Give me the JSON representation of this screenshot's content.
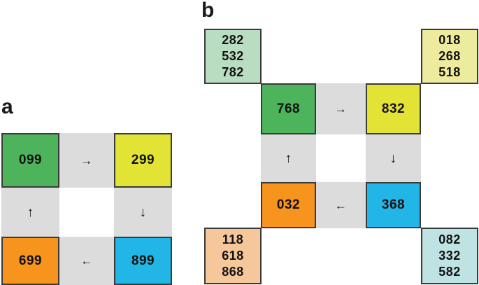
{
  "figure": {
    "panels": [
      {
        "label": "a",
        "grid": {
          "rows": 3,
          "cols": 3,
          "cells": [
            {
              "pos": "top-left",
              "kind": "value",
              "value": "099",
              "color": "#4DB45C"
            },
            {
              "pos": "top-center",
              "kind": "arrow",
              "glyph": "→",
              "name": "arrow-right-icon",
              "color": "#dcdcdc"
            },
            {
              "pos": "top-right",
              "kind": "value",
              "value": "299",
              "color": "#E3E335"
            },
            {
              "pos": "middle-left",
              "kind": "arrow",
              "glyph": "↑",
              "name": "arrow-up-icon",
              "color": "#dcdcdc"
            },
            {
              "pos": "middle-center",
              "kind": "blank",
              "glyph": "",
              "color": "#ffffff"
            },
            {
              "pos": "middle-right",
              "kind": "arrow",
              "glyph": "↓",
              "name": "arrow-down-icon",
              "color": "#dcdcdc"
            },
            {
              "pos": "bottom-left",
              "kind": "value",
              "value": "699",
              "color": "#F6941E"
            },
            {
              "pos": "bottom-center",
              "kind": "arrow",
              "glyph": "←",
              "name": "arrow-left-icon",
              "color": "#dcdcdc"
            },
            {
              "pos": "bottom-right",
              "kind": "value",
              "value": "899",
              "color": "#22B6E6"
            }
          ]
        }
      },
      {
        "label": "b",
        "grid": {
          "rows": 3,
          "cols": 3,
          "cells": [
            {
              "pos": "top-left",
              "kind": "value",
              "value": "768",
              "color": "#4DB45C"
            },
            {
              "pos": "top-center",
              "kind": "arrow",
              "glyph": "→",
              "name": "arrow-right-icon",
              "color": "#dcdcdc"
            },
            {
              "pos": "top-right",
              "kind": "value",
              "value": "832",
              "color": "#E3E335"
            },
            {
              "pos": "middle-left",
              "kind": "arrow",
              "glyph": "↑",
              "name": "arrow-up-icon",
              "color": "#dcdcdc"
            },
            {
              "pos": "middle-center",
              "kind": "blank",
              "glyph": "",
              "color": "#ffffff"
            },
            {
              "pos": "middle-right",
              "kind": "arrow",
              "glyph": "↓",
              "name": "arrow-down-icon",
              "color": "#dcdcdc"
            },
            {
              "pos": "bottom-left",
              "kind": "value",
              "value": "032",
              "color": "#F6941E"
            },
            {
              "pos": "bottom-center",
              "kind": "arrow",
              "glyph": "←",
              "name": "arrow-left-icon",
              "color": "#dcdcdc"
            },
            {
              "pos": "bottom-right",
              "kind": "value",
              "value": "368",
              "color": "#22B6E6"
            }
          ]
        },
        "corners": [
          {
            "pos": "top-left",
            "color": "#B8DDC0",
            "values": [
              "282",
              "532",
              "782"
            ]
          },
          {
            "pos": "top-right",
            "color": "#EDEB9E",
            "values": [
              "018",
              "268",
              "518"
            ]
          },
          {
            "pos": "bottom-left",
            "color": "#F5C79A",
            "values": [
              "118",
              "618",
              "868"
            ]
          },
          {
            "pos": "bottom-right",
            "color": "#BFE3E3",
            "values": [
              "082",
              "332",
              "582"
            ]
          }
        ]
      }
    ]
  }
}
